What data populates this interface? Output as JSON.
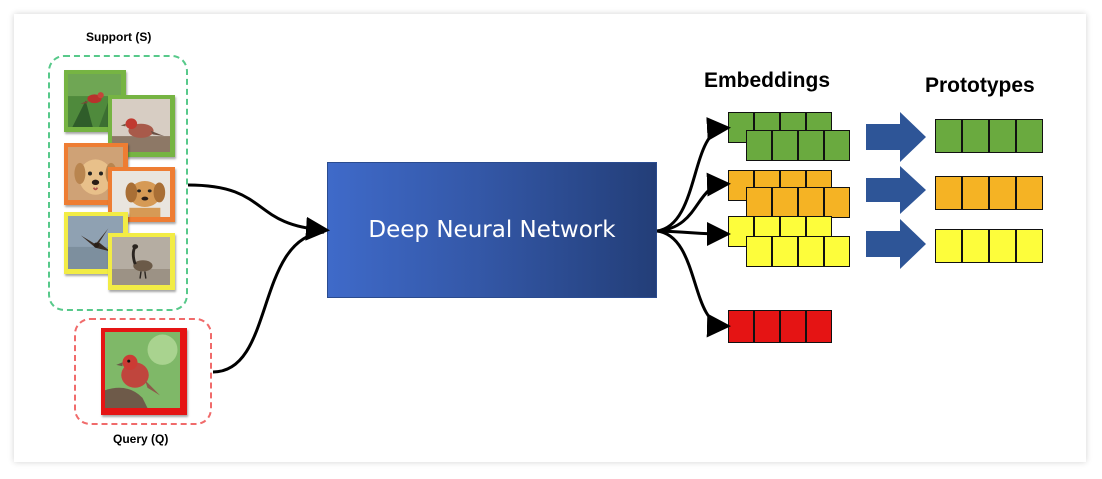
{
  "support": {
    "label": "Support (S)",
    "border_color": "#57c98a"
  },
  "query": {
    "label": "Query (Q)",
    "border_color": "#f06b6b"
  },
  "network": {
    "label": "Deep Neural Network",
    "color_start": "#3f6ac9",
    "color_end": "#233e78"
  },
  "embeddings": {
    "label": "Embeddings"
  },
  "prototypes": {
    "label": "Prototypes"
  },
  "classes": [
    {
      "name": "bird",
      "color": "#6aaa3f",
      "frame": "#76b443"
    },
    {
      "name": "dog",
      "color": "#f5b324",
      "frame": "#ee7d33"
    },
    {
      "name": "flying-bird",
      "color": "#fdfd3b",
      "frame": "#f2ec45"
    }
  ],
  "query_embedding_color": "#e51414",
  "arrow_color": "#2e5597"
}
